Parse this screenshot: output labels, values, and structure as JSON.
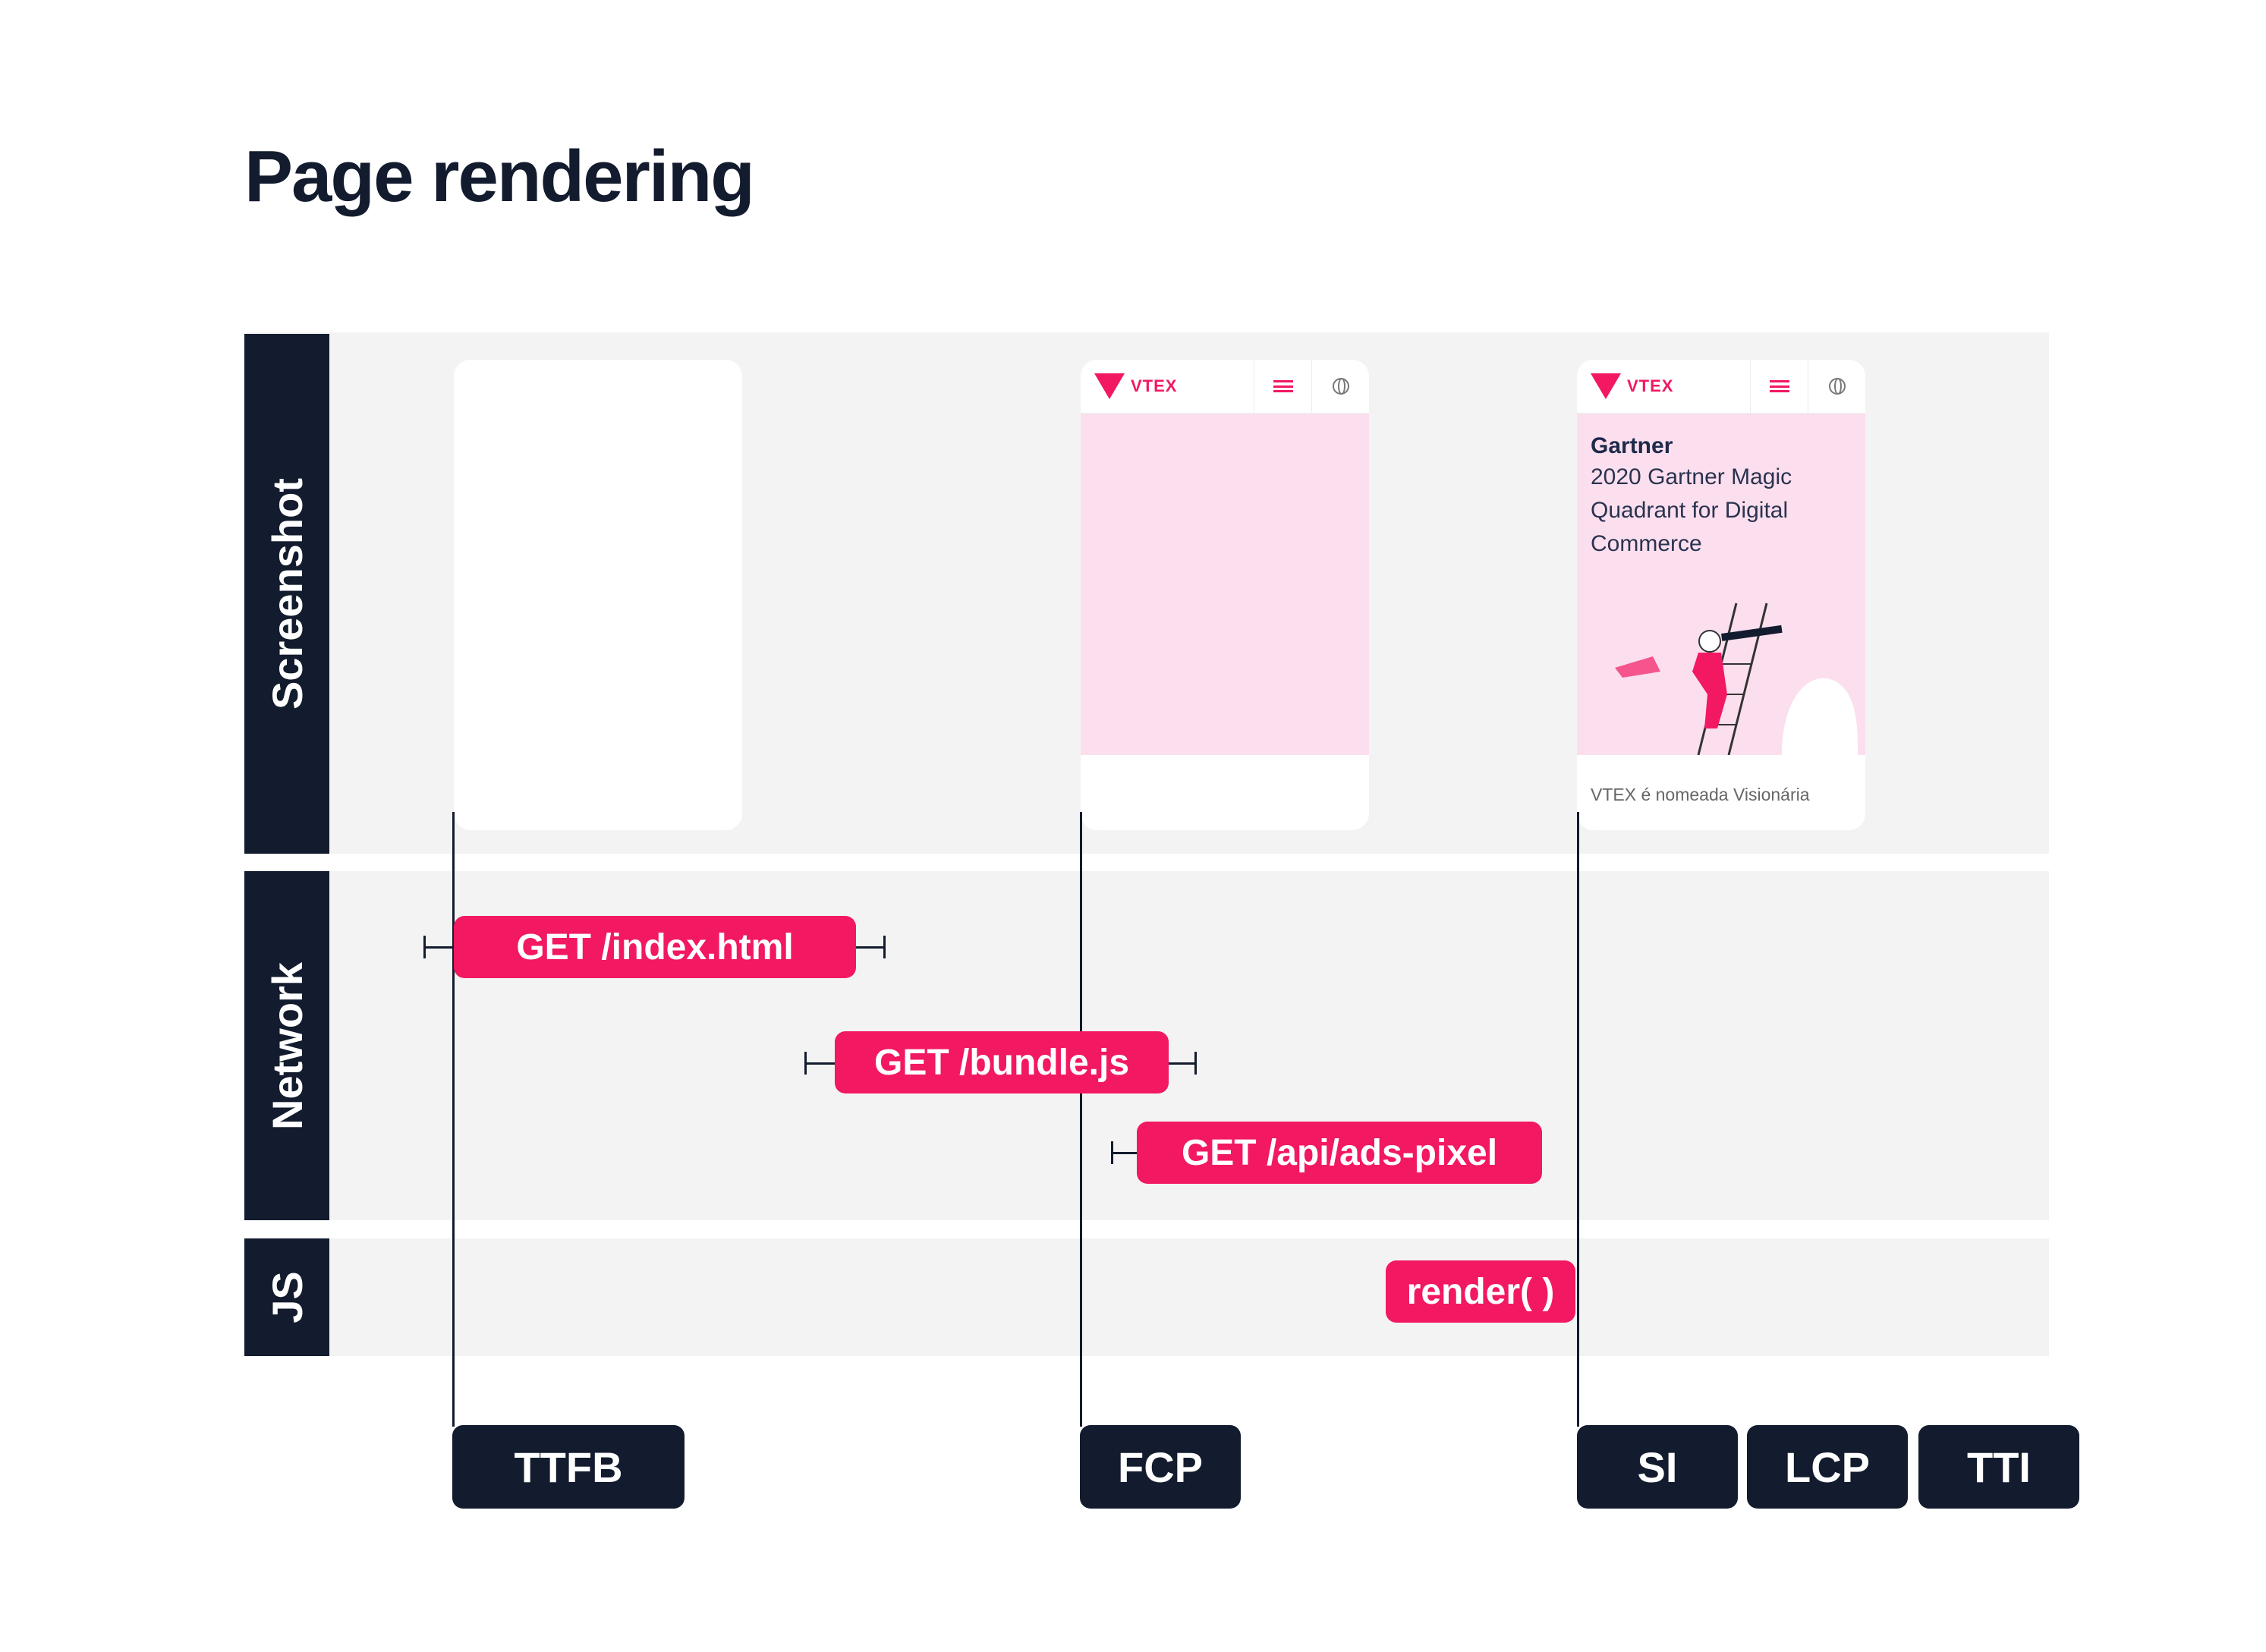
{
  "title": "Page rendering",
  "lanes": {
    "screenshot": "Screenshot",
    "network": "Network",
    "js": "JS"
  },
  "screenshots": {
    "frame2": {
      "logo_text": "VTEX",
      "menu_icon": "hamburger-menu-icon",
      "globe_icon": "globe-icon"
    },
    "frame3": {
      "logo_text": "VTEX",
      "brand": "Gartner",
      "headline": "2020 Gartner Magic Quadrant for Digital Commerce",
      "caption": "VTEX é nomeada Visionária"
    }
  },
  "requests": [
    {
      "label": "GET /index.html"
    },
    {
      "label": "GET /bundle.js"
    },
    {
      "label": "GET /api/ads-pixel"
    }
  ],
  "js_task": "render( )",
  "metrics": {
    "ttfb": "TTFB",
    "fcp": "FCP",
    "si": "SI",
    "lcp": "LCP",
    "tti": "TTI"
  },
  "colors": {
    "accent": "#f21862",
    "dark": "#131c2e",
    "band": "#f3f3f3",
    "pink_light": "#fcdfee"
  }
}
